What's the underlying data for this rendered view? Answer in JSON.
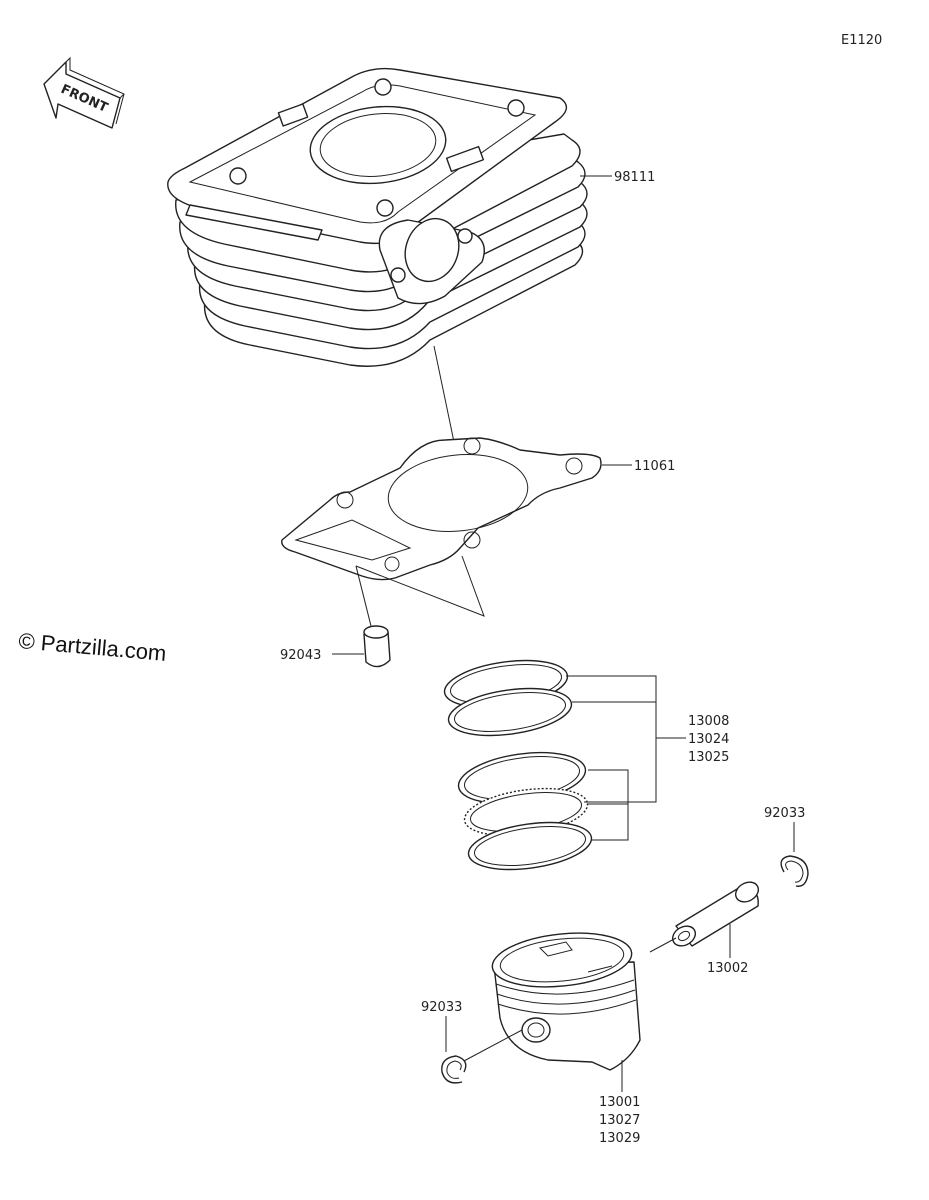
{
  "diagram_id": "E1120",
  "front_label": "FRONT",
  "watermark": "© Partzilla.com",
  "callouts": {
    "cylinder": "98111",
    "gasket": "11061",
    "dowel": "92043",
    "rings": [
      "13008",
      "13024",
      "13025"
    ],
    "circlip_right": "92033",
    "piston_pin": "13002",
    "circlip_left": "92033",
    "piston": [
      "13001",
      "13027",
      "13029"
    ]
  }
}
